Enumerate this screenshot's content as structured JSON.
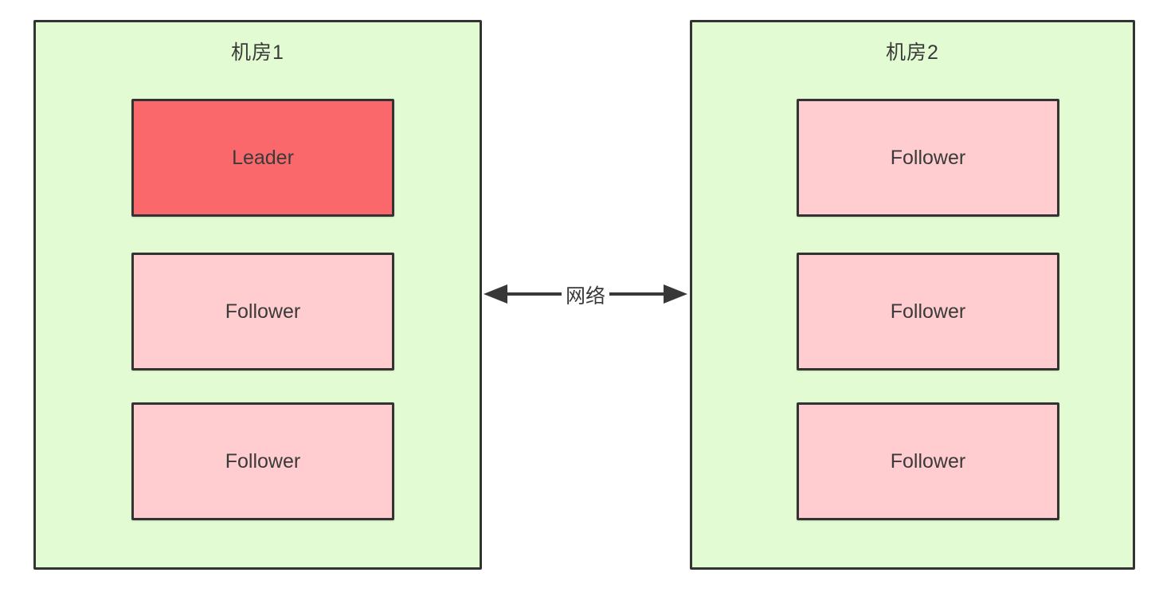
{
  "diagram": {
    "datacenters": [
      {
        "title": "机房1",
        "nodes": [
          {
            "label": "Leader",
            "role": "leader"
          },
          {
            "label": "Follower",
            "role": "follower"
          },
          {
            "label": "Follower",
            "role": "follower"
          }
        ]
      },
      {
        "title": "机房2",
        "nodes": [
          {
            "label": "Follower",
            "role": "follower"
          },
          {
            "label": "Follower",
            "role": "follower"
          },
          {
            "label": "Follower",
            "role": "follower"
          }
        ]
      }
    ],
    "link": {
      "label": "网络",
      "type": "bidirectional-arrow"
    },
    "colors": {
      "page_bg": "#ffffff",
      "datacenter_fill": "#e3fbd2",
      "leader_fill": "#fa686b",
      "follower_fill": "#ffcdcf",
      "border": "#333333",
      "text": "#3a3a3a",
      "arrow": "#383838"
    }
  }
}
